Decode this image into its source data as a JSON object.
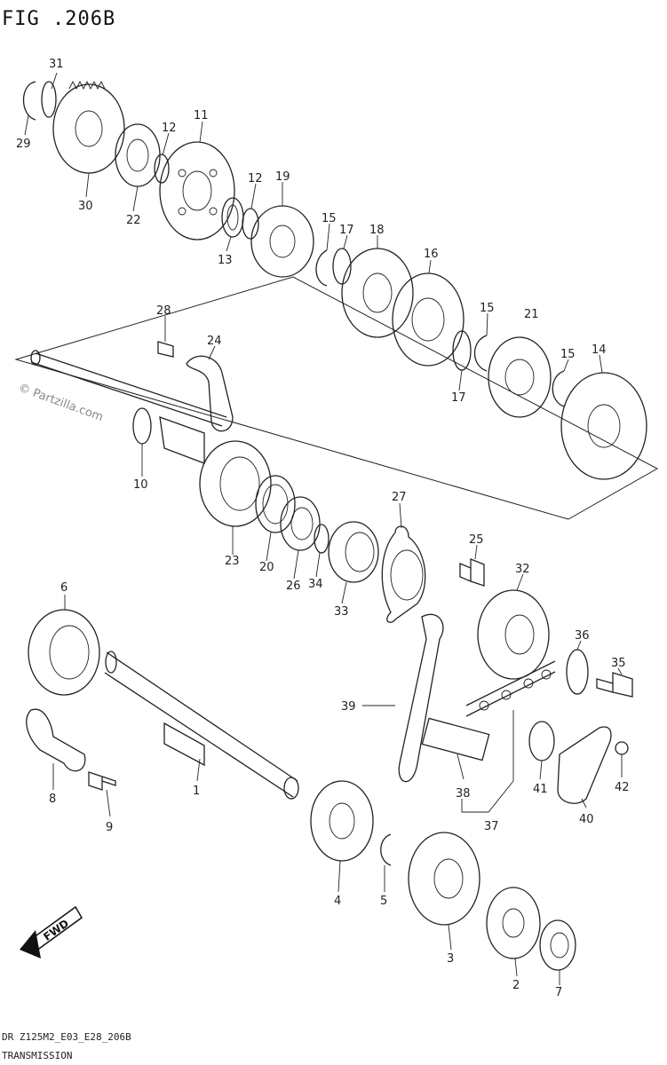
{
  "title": "FIG .206B",
  "watermark": "© Partzilla.com",
  "footer_code": "DR Z125M2_E03_E28_206B",
  "footer_name": "TRANSMISSION",
  "fwd_label": "FWD",
  "labels": {
    "p1": "1",
    "p2": "2",
    "p3": "3",
    "p4": "4",
    "p5": "5",
    "p6": "6",
    "p7": "7",
    "p8": "8",
    "p9": "9",
    "p10": "10",
    "p11": "11",
    "p12a": "12",
    "p12b": "12",
    "p13": "13",
    "p14": "14",
    "p15a": "15",
    "p15b": "15",
    "p15c": "15",
    "p16": "16",
    "p17a": "17",
    "p17b": "17",
    "p18": "18",
    "p19": "19",
    "p20": "20",
    "p21": "21",
    "p22": "22",
    "p23": "23",
    "p24": "24",
    "p25": "25",
    "p26": "26",
    "p27": "27",
    "p28": "28",
    "p29": "29",
    "p30": "30",
    "p31": "31",
    "p32": "32",
    "p33": "33",
    "p34": "34",
    "p35": "35",
    "p36": "36",
    "p37": "37",
    "p38": "38",
    "p39": "39",
    "p40": "40",
    "p41": "41",
    "p42": "42"
  }
}
